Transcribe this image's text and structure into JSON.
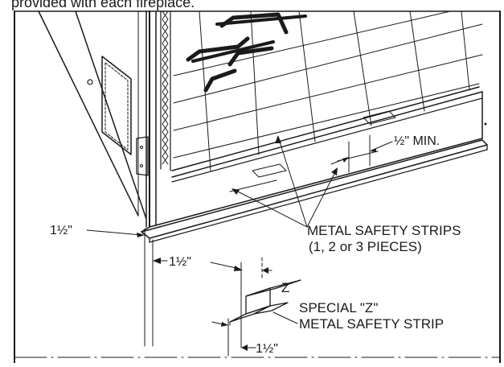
{
  "caption": "provided with each fireplace.",
  "labels": {
    "half_inch_min": "½\" MIN.",
    "metal_safety_strips": "METAL SAFETY STRIPS",
    "pieces": "(1, 2 or 3 PIECES)",
    "special_z": "SPECIAL \"Z\"",
    "metal_safety_strip": "METAL SAFETY STRIP",
    "z_letter": "Z",
    "dim_left": "1½\"",
    "dim_middle": "1½\"",
    "dim_bottom": "1½\""
  }
}
